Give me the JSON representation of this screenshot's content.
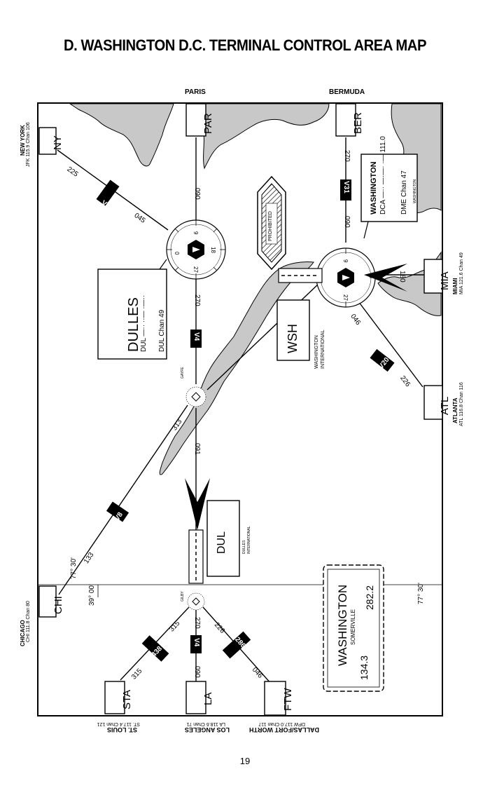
{
  "title": "D. WASHINGTON D.C. TERMINAL CONTROL AREA MAP",
  "page_number": "19",
  "top_labels": {
    "paris": "PARIS",
    "bermuda": "BERMUDA"
  },
  "stations": {
    "ny": {
      "id": "NY",
      "name": "NEW YORK",
      "freq": "JFK 115.9  Chan 106"
    },
    "par": {
      "id": "PAR"
    },
    "ber": {
      "id": "BER"
    },
    "mia": {
      "id": "MIA",
      "name": "MIAMI",
      "freq": "MIA 121.6  Chan 49"
    },
    "atl": {
      "id": "ATL",
      "name": "ATLANTA",
      "freq": "ATL 116.8  Chan 116"
    },
    "chi": {
      "id": "CHI",
      "name": "CHICAGO",
      "freq": "CHI 111.8  Chan 80"
    },
    "sta": {
      "id": "STA",
      "name": "ST. LOUIS",
      "freq": "ST. 117.4  Chan 121"
    },
    "la": {
      "id": "LA",
      "name": "LOS ANGELES",
      "freq": "LA 118.6  Chan 71"
    },
    "ftw": {
      "id": "FTW",
      "name": "DALLAS/FORT WORTH",
      "freq": "DFW 117.0  Chan 117"
    }
  },
  "airways": {
    "v285": "V285",
    "v31": "V31",
    "v4": "V4",
    "v4b": "V4",
    "v20": "V20",
    "v8": "V8",
    "v438": "V438",
    "v286": "V286"
  },
  "radials": {
    "r225": "225",
    "r045": "045",
    "r090a": "090",
    "r270a": "270",
    "r270b": "270",
    "r090b": "090",
    "r180": "180",
    "r046": "046",
    "r226": "226",
    "r313": "313",
    "r091": "091",
    "r133": "133",
    "r315a": "315",
    "r315b": "315",
    "r270c": "270",
    "r090c": "090",
    "r226b": "226",
    "r046b": "046"
  },
  "compass": {
    "n": "0",
    "e": "9",
    "s": "18",
    "w": "27"
  },
  "dulles_box": {
    "title": "DULLES",
    "ident": "DUL  —·· ··— ·—··",
    "dme": "DUL Chan 49"
  },
  "washington_box": {
    "title": "WASHINGTON",
    "ident": "DCA  —·· —·—· ·—  111.0",
    "dme": "DME   Chan 47",
    "small": "WASHINGTON"
  },
  "prohibited": "PROHIBITED",
  "wsh": {
    "id": "WSH",
    "name": "WASHINGTON INTERNATIONAL"
  },
  "dul": {
    "id": "DUL",
    "name": "DULLES INTERNATIONAL"
  },
  "intersections": {
    "gayfe": "GAYFE",
    "gilby": "GILBY"
  },
  "coords": {
    "lat": "39° 00'",
    "lon_top": "77° 30'",
    "lon_bot": "77° 30'"
  },
  "stamp": {
    "title": "WASHINGTON",
    "sub": "SOMERVILLE",
    "f1": "134.3",
    "f2": "282.2"
  }
}
